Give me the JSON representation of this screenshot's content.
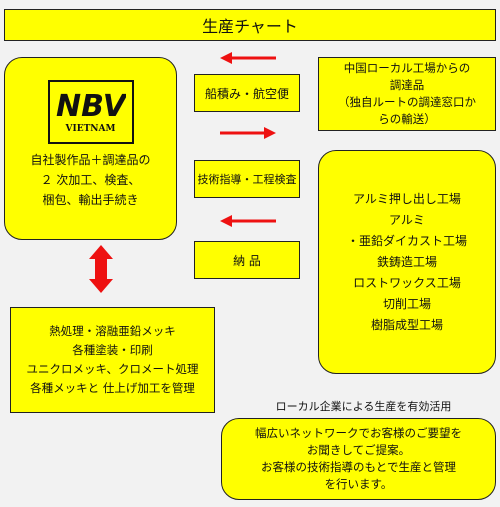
{
  "title": "生産チャート",
  "main": {
    "logo_text": "NBV",
    "logo_subtext": "VIETNAM",
    "lines": [
      "自社製作品＋調達品の",
      "２ 次加工、検査、",
      "梱包、輸出手続き"
    ]
  },
  "flow": {
    "shipping": "船積み・航空便",
    "technical": "技術指導・工程検査",
    "delivery": "納 品"
  },
  "procurement": {
    "lines": [
      "中国ローカル工場からの",
      "調達品",
      "（独自ルートの調達窓口か",
      "らの輸送）"
    ]
  },
  "factories": {
    "lines": [
      "アルミ押し出し工場",
      "アルミ",
      "・亜鉛ダイカスト工場",
      "鉄鋳造工場",
      "ロストワックス工場",
      "切削工場",
      "樹脂成型工場"
    ]
  },
  "processing": {
    "lines": [
      "熱処理・溶融亜鉛メッキ",
      "各種塗装・印刷",
      "ユニクロメッキ、クロメート処理",
      "各種メッキと 仕上げ加工を管理"
    ]
  },
  "network": {
    "caption": "ローカル企業による生産を有効活用",
    "lines": [
      "幅広いネットワークでお客様のご要望を",
      "お聞きしてご提案。",
      "お客様の技術指導のもとで生産と管理",
      "を行います。"
    ]
  },
  "colors": {
    "box_fill": "#ffff00",
    "arrow": "#ee1111",
    "background": "#f2f2f2",
    "border": "#222222"
  }
}
